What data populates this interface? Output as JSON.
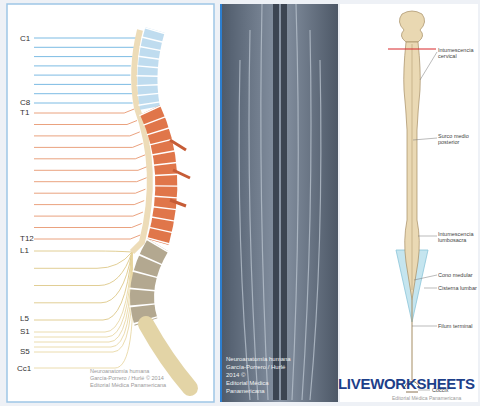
{
  "diagram": {
    "labels": [
      "C1",
      "C8",
      "T1",
      "T12",
      "L1",
      "L5",
      "S1",
      "S5",
      "Cc1",
      "Neuroanatomía humana",
      "García-Porrero / Hurlé © 2014",
      "Editorial Médica Panamericana",
      "Neuroanatomía humana",
      "García-Porrero / Hurlé",
      "2014 ©",
      "Editorial Médica",
      "Panamericana",
      "Intumescencia cervical",
      "Surco medio posterior",
      "Intumescencia lumbosacra",
      "Cono medular",
      "Cisterna lumbar",
      "Filum terminal",
      "Cóccix",
      "LIVEWORKSHEETS",
      "Editorial Médica Panamericana"
    ]
  }
}
